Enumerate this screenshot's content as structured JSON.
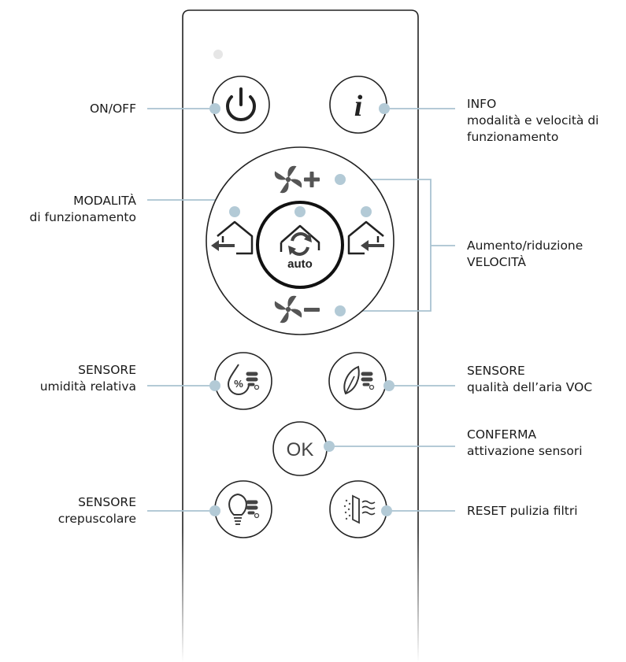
{
  "labels": {
    "on_off": "ON/OFF",
    "info_title": "INFO",
    "info_line2": "modalità e velocità di",
    "info_line3": "funzionamento",
    "modalita_title": "MODALITÀ",
    "modalita_sub": "di funzionamento",
    "velocita_line1": "Aumento/riduzione",
    "velocita_line2": "VELOCITÀ",
    "umidita_title": "SENSORE",
    "umidita_sub": "umidità relativa",
    "voc_title": "SENSORE",
    "voc_sub": "qualità dell’aria VOC",
    "conferma_title": "CONFERMA",
    "conferma_sub": "attivazione sensori",
    "crepuscolare_title": "SENSORE",
    "crepuscolare_sub": "crepuscolare",
    "reset_label": "RESET pulizia filtri"
  },
  "buttons": {
    "ok": "OK",
    "auto": "auto",
    "info_glyph": "i"
  },
  "colors": {
    "line": "#a9c3d1",
    "dot": "#b3cad6",
    "outline": "#222222",
    "icon": "#555555"
  },
  "icons": [
    "power-icon",
    "info-icon",
    "fan-plus-icon",
    "fan-minus-icon",
    "house-exhaust-icon",
    "house-auto-icon",
    "house-intake-icon",
    "humidity-sensor-icon",
    "voc-leaf-sensor-icon",
    "ok-icon",
    "twilight-bulb-sensor-icon",
    "filter-reset-icon"
  ]
}
